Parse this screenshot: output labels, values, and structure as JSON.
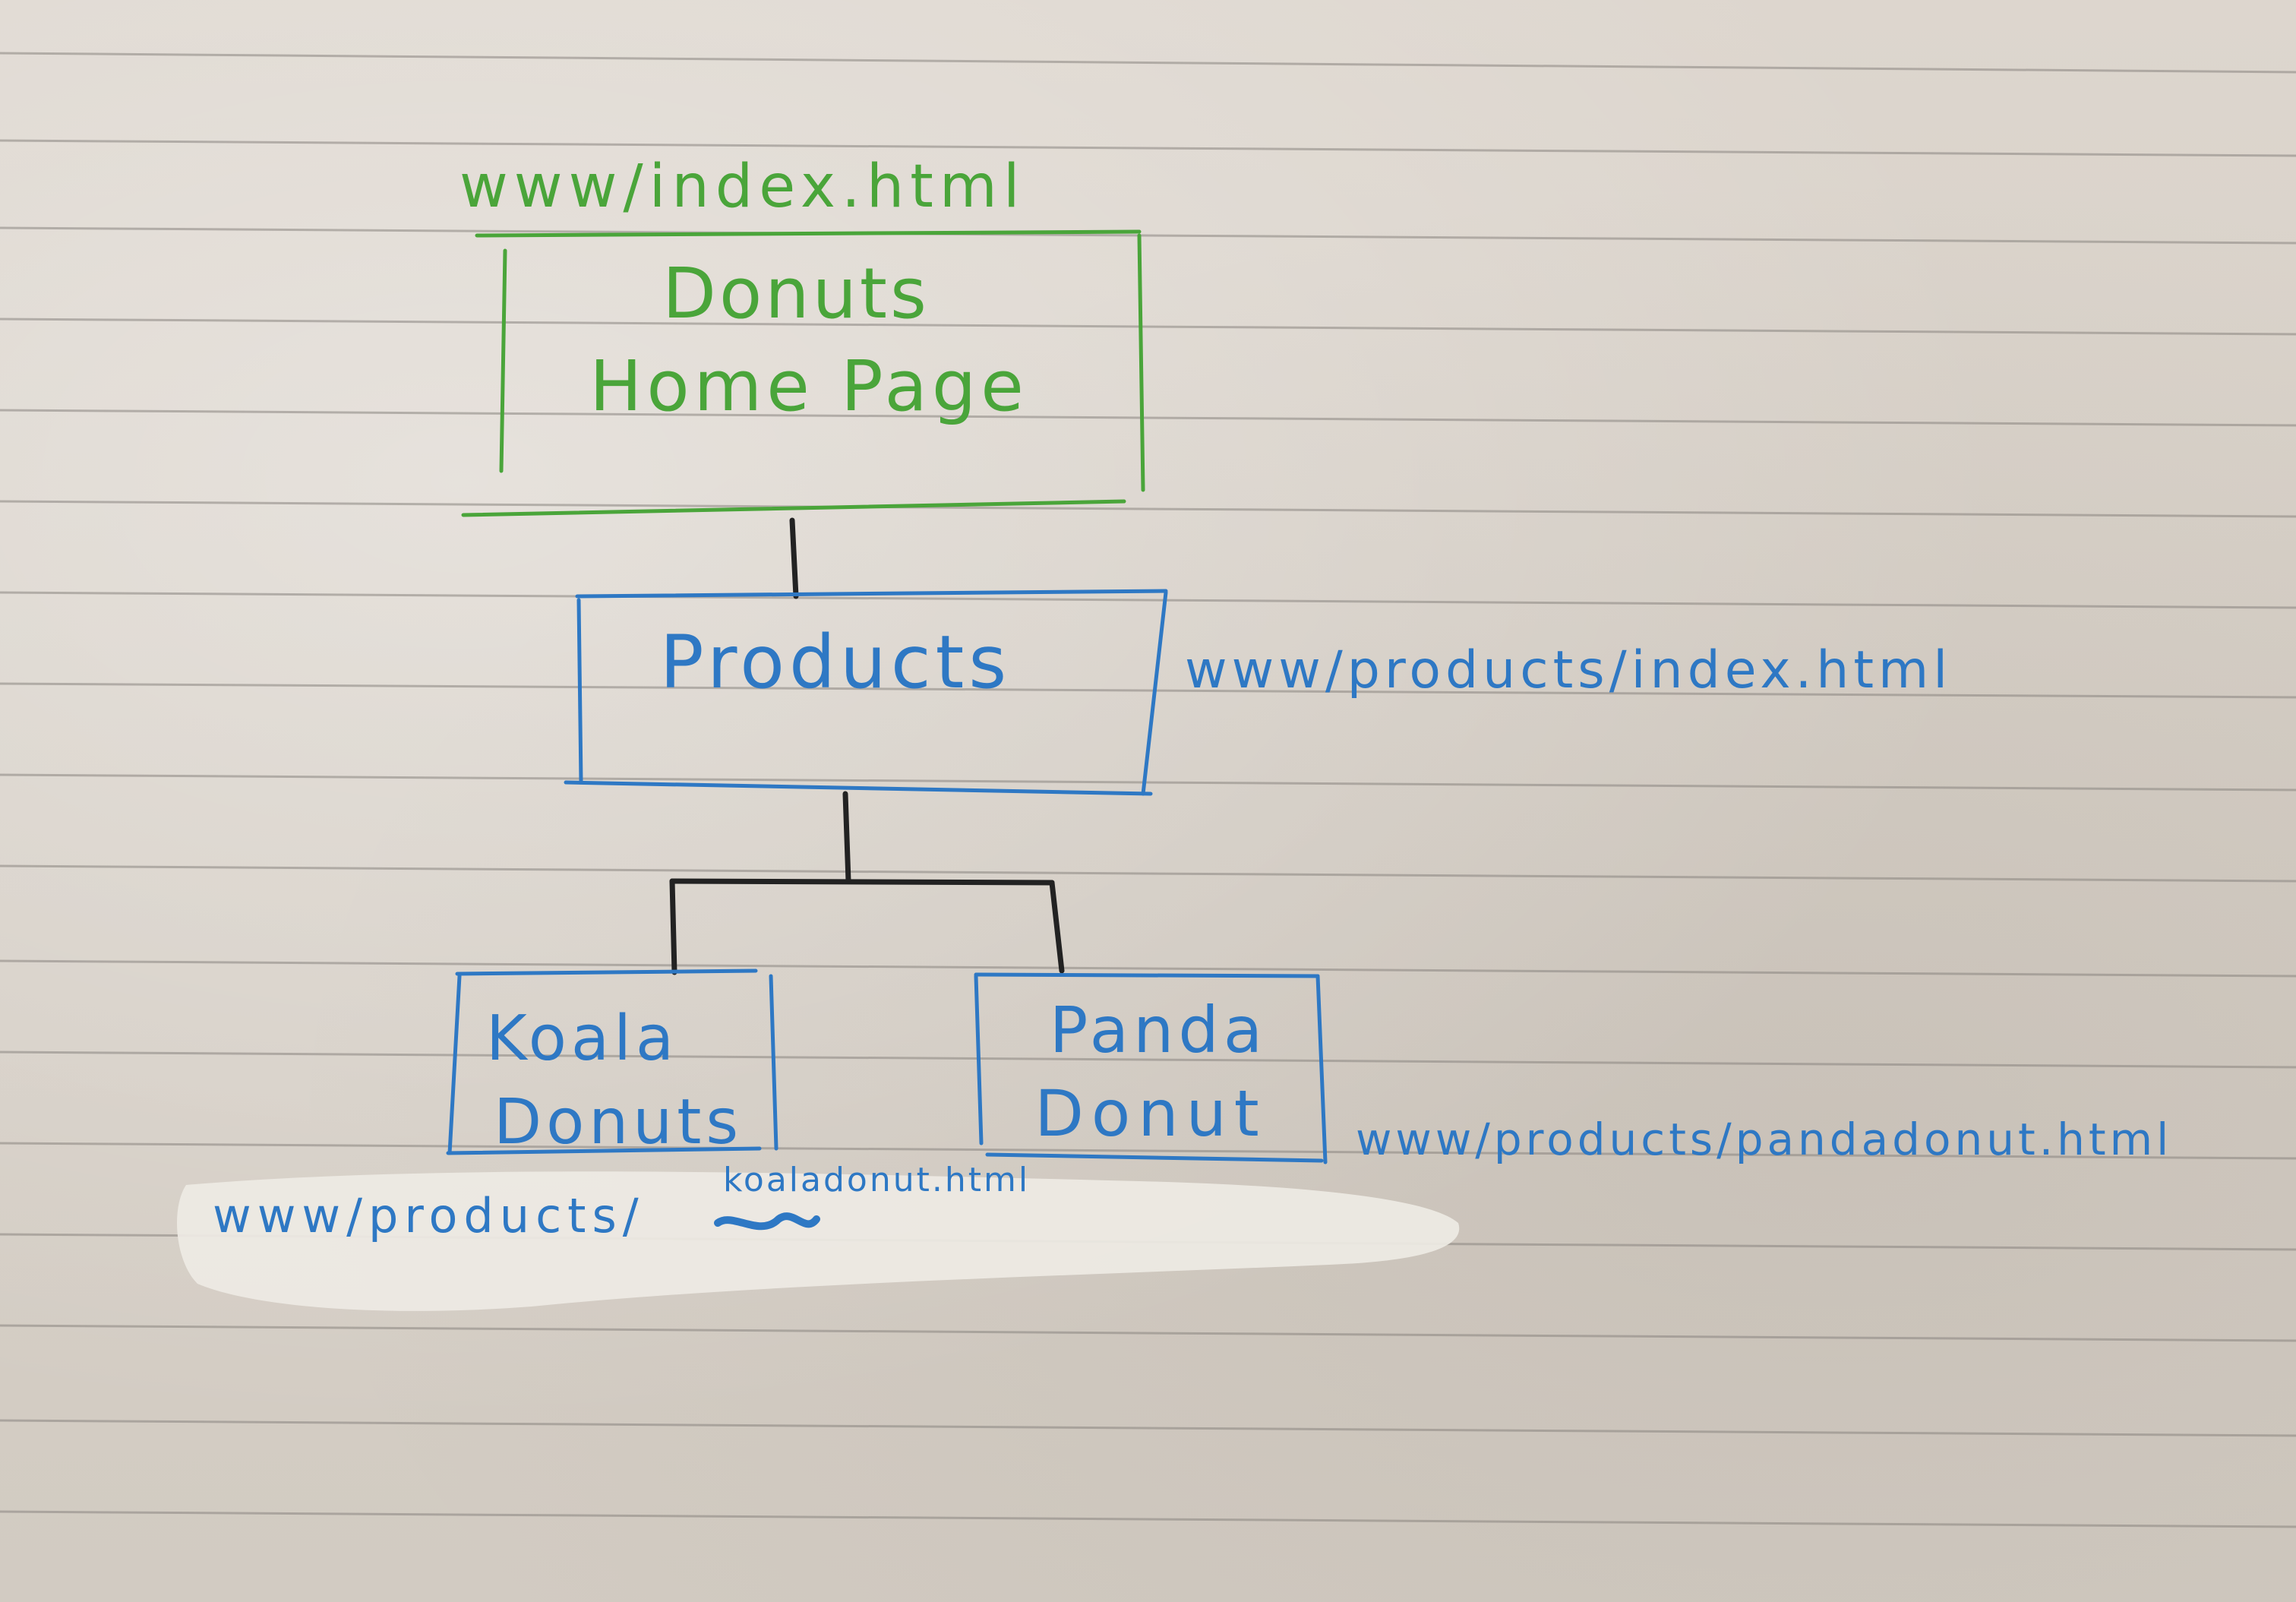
{
  "colors": {
    "green_ink": "#4aa53a",
    "blue_ink": "#2e78c4",
    "black_ink": "#222222",
    "rule_line": "#8a8580",
    "whiteout": "#eeeae4"
  },
  "nodes": {
    "home": {
      "label_line1": "Donuts",
      "label_line2": "Home Page",
      "url": "www/index.html"
    },
    "products": {
      "label": "Products",
      "url": "www/products/index.html"
    },
    "koala": {
      "label_line1": "Koala",
      "label_line2": "Donuts",
      "url_prefix": "www/products/",
      "url_file": "koaladonut.html"
    },
    "panda": {
      "label_line1": "Panda",
      "label_line2": "Donut",
      "url": "www/products/pandadonut.html"
    }
  }
}
